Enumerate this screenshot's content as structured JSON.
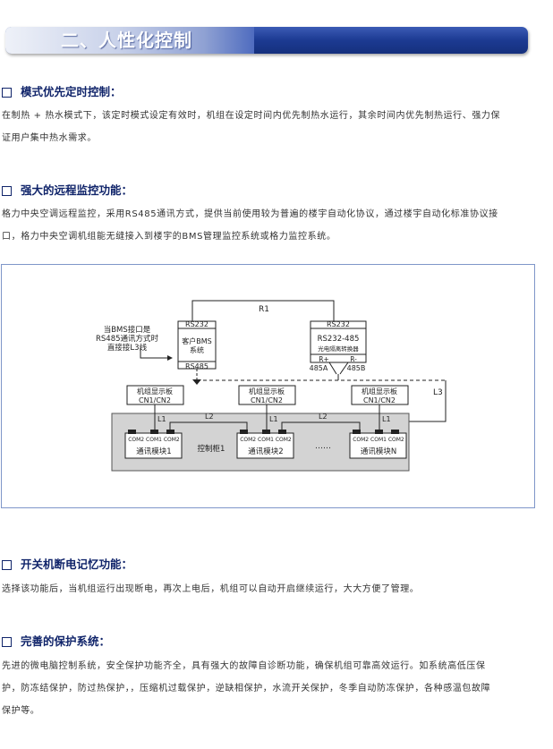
{
  "banner": {
    "title": "二、人性化控制"
  },
  "sections": [
    {
      "heading": "模式优先定时控制：",
      "lines": [
        "在制热 + 热水模式下，该定时模式设定有效时，机组在设定时间内优先制热水运行，其余时间内优先制热运行、强力保",
        "证用户集中热水需求。"
      ]
    },
    {
      "heading": "强大的远程监控功能：",
      "lines": [
        "格力中央空调远程监控，采用RS485通讯方式，提供当前使用较为普遍的楼宇自动化协议，通过楼宇自动化标准协议接",
        "口，格力中央空调机组能无缝接入到楼宇的BMS管理监控系统或格力监控系统。"
      ]
    },
    {
      "heading": "开关机断电记忆功能：",
      "lines": [
        "选择该功能后，当机组运行出现断电，再次上电后，机组可以自动开启继续运行，大大方便了管理。"
      ]
    },
    {
      "heading": "完善的保护系统：",
      "lines": [
        "先进的微电脑控制系统，安全保护功能齐全，具有强大的故障自诊断功能，确保机组可靠高效运行。如系统高低压保",
        "护，防冻结保护，防过热保护，，压缩机过载保护，逆缺相保护，水流开关保护，冬季自动防冻保护，各种感温包故障",
        "保护等。"
      ]
    }
  ],
  "diagram": {
    "r1": "R1",
    "client_top": "RS232",
    "client_body": [
      "客户BMS",
      "系统"
    ],
    "client_bottom": "RS485",
    "note": [
      "当BMS接口是",
      "RS485通讯方式时",
      "直接接L3线"
    ],
    "conv_top": "RS232",
    "conv_title": "RS232-485",
    "conv_sub": "光电隔离转换器",
    "conv_rp": "R+",
    "conv_rm": "R-",
    "a485": "485A",
    "b485": "485B",
    "l3": "L3",
    "l1": "L1",
    "l2": "L2",
    "display_line1": "机组显示板",
    "display_line2": "CN1/CN2",
    "ports": "COM2 COM1 COM2",
    "modules": [
      "通讯模块1",
      "通讯模块2",
      "通讯模块N"
    ],
    "cabinet": "控制柜1",
    "dots": "……"
  }
}
